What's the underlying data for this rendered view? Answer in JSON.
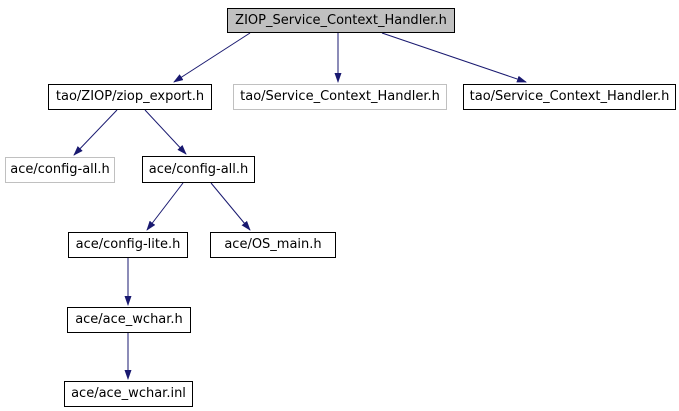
{
  "diagram": {
    "type": "include-dependency-graph",
    "colors": {
      "edge": "#191970",
      "node_border": "#000000",
      "external_node_border": "#c0c0c0",
      "root_fill": "#c0c0c0",
      "node_fill": "#ffffff",
      "text": "#000000",
      "background": "#ffffff"
    },
    "nodes": [
      {
        "id": "root",
        "label": "ZIOP_Service_Context_Handler.h",
        "kind": "root"
      },
      {
        "id": "ziop-export",
        "label": "tao/ZIOP/ziop_export.h",
        "kind": "internal"
      },
      {
        "id": "service-context-handler-ext",
        "label": "tao/Service_Context_Handler.h",
        "kind": "external"
      },
      {
        "id": "service-context-handler",
        "label": "tao/Service_Context_Handler.h",
        "kind": "internal"
      },
      {
        "id": "config-all-ext",
        "label": "ace/config-all.h",
        "kind": "external"
      },
      {
        "id": "config-all",
        "label": "ace/config-all.h",
        "kind": "internal"
      },
      {
        "id": "config-lite",
        "label": "ace/config-lite.h",
        "kind": "internal"
      },
      {
        "id": "os-main",
        "label": "ace/OS_main.h",
        "kind": "internal"
      },
      {
        "id": "ace-wchar-h",
        "label": "ace/ace_wchar.h",
        "kind": "internal"
      },
      {
        "id": "ace-wchar-inl",
        "label": "ace/ace_wchar.inl",
        "kind": "internal"
      }
    ],
    "edges": [
      {
        "from": "root",
        "to": "ziop-export"
      },
      {
        "from": "root",
        "to": "service-context-handler-ext"
      },
      {
        "from": "root",
        "to": "service-context-handler"
      },
      {
        "from": "ziop-export",
        "to": "config-all-ext"
      },
      {
        "from": "ziop-export",
        "to": "config-all"
      },
      {
        "from": "config-all",
        "to": "config-lite"
      },
      {
        "from": "config-all",
        "to": "os-main"
      },
      {
        "from": "config-lite",
        "to": "ace-wchar-h"
      },
      {
        "from": "ace-wchar-h",
        "to": "ace-wchar-inl"
      }
    ]
  }
}
